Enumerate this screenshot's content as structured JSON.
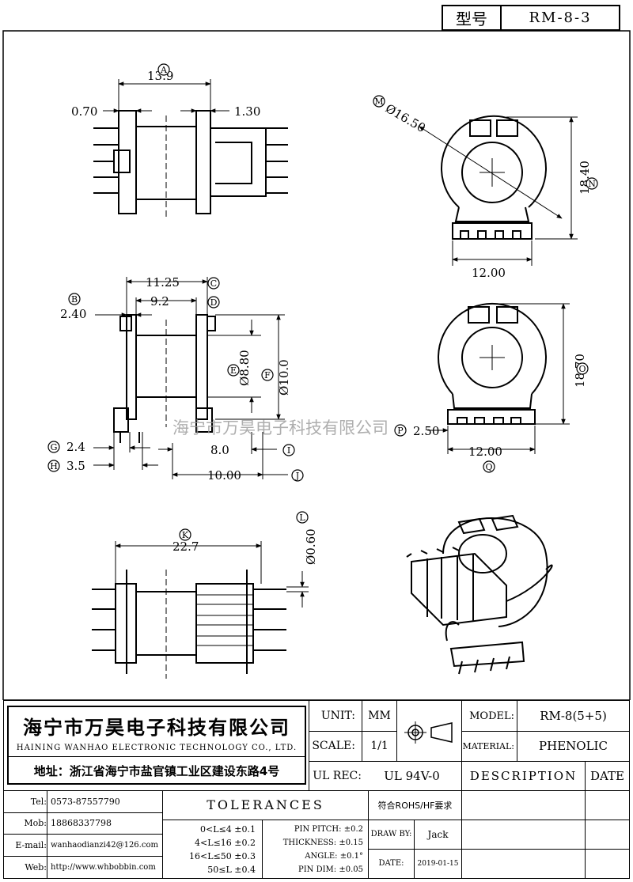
{
  "header": {
    "model_label": "型号",
    "model_value": "RM-8-3"
  },
  "watermark": "海宁市万昊电子科技有限公司",
  "dims": {
    "a_val": "13.9",
    "a_left": "0.70",
    "a_right": "1.30",
    "m_val": "Ø16.50",
    "n_val": "18.40",
    "top_width": "12.00",
    "c_val": "11.25",
    "d_val": "9.2",
    "b_val": "2.40",
    "e_val": "Ø8.80",
    "f_val": "Ø10.0",
    "g_val": "2.4",
    "h_val": "3.5",
    "i_val": "8.0",
    "j_val": "10.00",
    "o_val": "18.70",
    "p_val": "2.50",
    "q_val": "12.00",
    "k_val": "22.7",
    "l_val": "Ø0.60"
  },
  "markers": {
    "a": "A",
    "b": "B",
    "c": "C",
    "d": "D",
    "e": "E",
    "f": "F",
    "g": "G",
    "h": "H",
    "i": "I",
    "j": "J",
    "k": "K",
    "l": "L",
    "m": "M",
    "n": "N",
    "o": "O",
    "p": "P",
    "q": "Q"
  },
  "company": {
    "name_cn": "海宁市万昊电子科技有限公司",
    "name_en": "HAINING WANHAO ELECTRONIC TECHNOLOGY CO., LTD.",
    "address": "地址：浙江省海宁市盐官镇工业区建设东路4号"
  },
  "contact": [
    {
      "label": "Tel:",
      "value": "0573-87557790"
    },
    {
      "label": "Mob:",
      "value": "18868337798"
    },
    {
      "label": "E-mail:",
      "value": "wanhaodianzi42@126.com"
    },
    {
      "label": "Web:",
      "value": "http://www.whbobbin.com"
    }
  ],
  "spec": {
    "unit_label": "UNIT:",
    "unit_value": "MM",
    "scale_label": "SCALE:",
    "scale_value": "1/1",
    "ulrec_label": "UL REC:",
    "ulrec_value": "UL 94V-0",
    "model_label": "MODEL:",
    "model_value": "RM-8(5+5)",
    "material_label": "MATERIAL:",
    "material_value": "PHENOLIC",
    "description_label": "DESCRIPTION",
    "date_label": "DATE",
    "rohs": "符合ROHS/HF要求",
    "draw_label": "DRAW BY:",
    "draw_value": "Jack",
    "date2_label": "DATE:",
    "date2_value": "2019-01-15"
  },
  "tolerances": {
    "title": "TOLERANCES",
    "ranges": [
      "0<L≤4  ±0.1",
      "4<L≤16  ±0.2",
      "16<L≤50  ±0.3",
      "50≤L  ±0.4"
    ],
    "items": [
      "PIN PITCH: ±0.2",
      "THICKNESS: ±0.15",
      "ANGLE: ±0.1°",
      "PIN DIM: ±0.05"
    ]
  }
}
